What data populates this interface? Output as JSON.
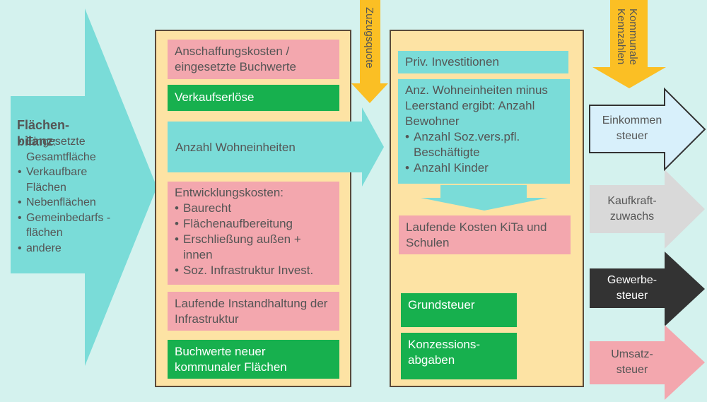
{
  "left": {
    "title": "Flächen-\nbilanz",
    "colon": ":",
    "items": [
      "Eingesetzte Gesamtfläche",
      "Verkaufbare Flächen",
      "Nebenflächen",
      "Gemeinbedarfs -flächen",
      "andere"
    ]
  },
  "middle": {
    "anschaffung": "Anschaffungskosten / eingesetzte Buchwerte",
    "verkauf": "Verkaufserlöse",
    "wohneinheiten": "Anzahl Wohneinheiten",
    "entwicklung_title": "Entwicklungskosten:",
    "entwicklung_items": [
      "Baurecht",
      "Flächenaufbereitung",
      "Erschließung außen + innen",
      "Soz. Infrastruktur Invest."
    ],
    "instandhaltung": "Laufende Instandhaltung der Infrastruktur",
    "buchwerte": "Buchwerte neuer kommunaler Flächen"
  },
  "right": {
    "priv": "Priv. Investitionen",
    "anz_text": "Anz. Wohneinheiten minus Leerstand ergibt: Anzahl Bewohner",
    "anz_items": [
      "Anzahl Soz.vers.pfl. Beschäftigte",
      "Anzahl Kinder"
    ],
    "kita": "Laufende  Kosten KiTa und Schulen",
    "grundsteuer": "Grundsteuer",
    "konzession": "Konzessions-\nabgaben"
  },
  "top": {
    "zuzug": "Zuzugsquote",
    "kommunale": "Kommunale Kennzahlen"
  },
  "outputs": {
    "einkommen": "Einkommen\nsteuer",
    "kaufkraft": "Kaufkraft-\nzuwachs",
    "gewerbe": "Gewerbe-\nsteuer",
    "umsatz": "Umsatz-\nsteuer"
  },
  "colors": {
    "background": "#d4f2ee",
    "teal": "#7adcd8",
    "pink": "#f3a7ae",
    "green": "#17b04e",
    "yellow": "#fbbf24",
    "column": "#fde3a4"
  }
}
